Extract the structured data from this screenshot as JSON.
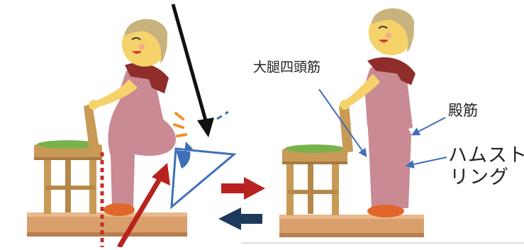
{
  "labels": {
    "quadriceps": "大腿四頭筋",
    "gluteus": "殿筋",
    "hamstrings_line1": "ハムスト",
    "hamstrings_line2": "リング"
  },
  "colors": {
    "skin": "#f5d36a",
    "hair": "#c8b27e",
    "shirt": "#8f2d2a",
    "overalls": "#c98a94",
    "shoe": "#e0662a",
    "chair_wood": "#c89a55",
    "chair_seat": "#79b24a",
    "floor": "#d9a06e",
    "red_arrow": "#b82320",
    "navy_arrow": "#1e3a5a",
    "blue_line": "#3f6fb8",
    "black_arrow": "#111111",
    "orange_accent": "#f0922a"
  }
}
